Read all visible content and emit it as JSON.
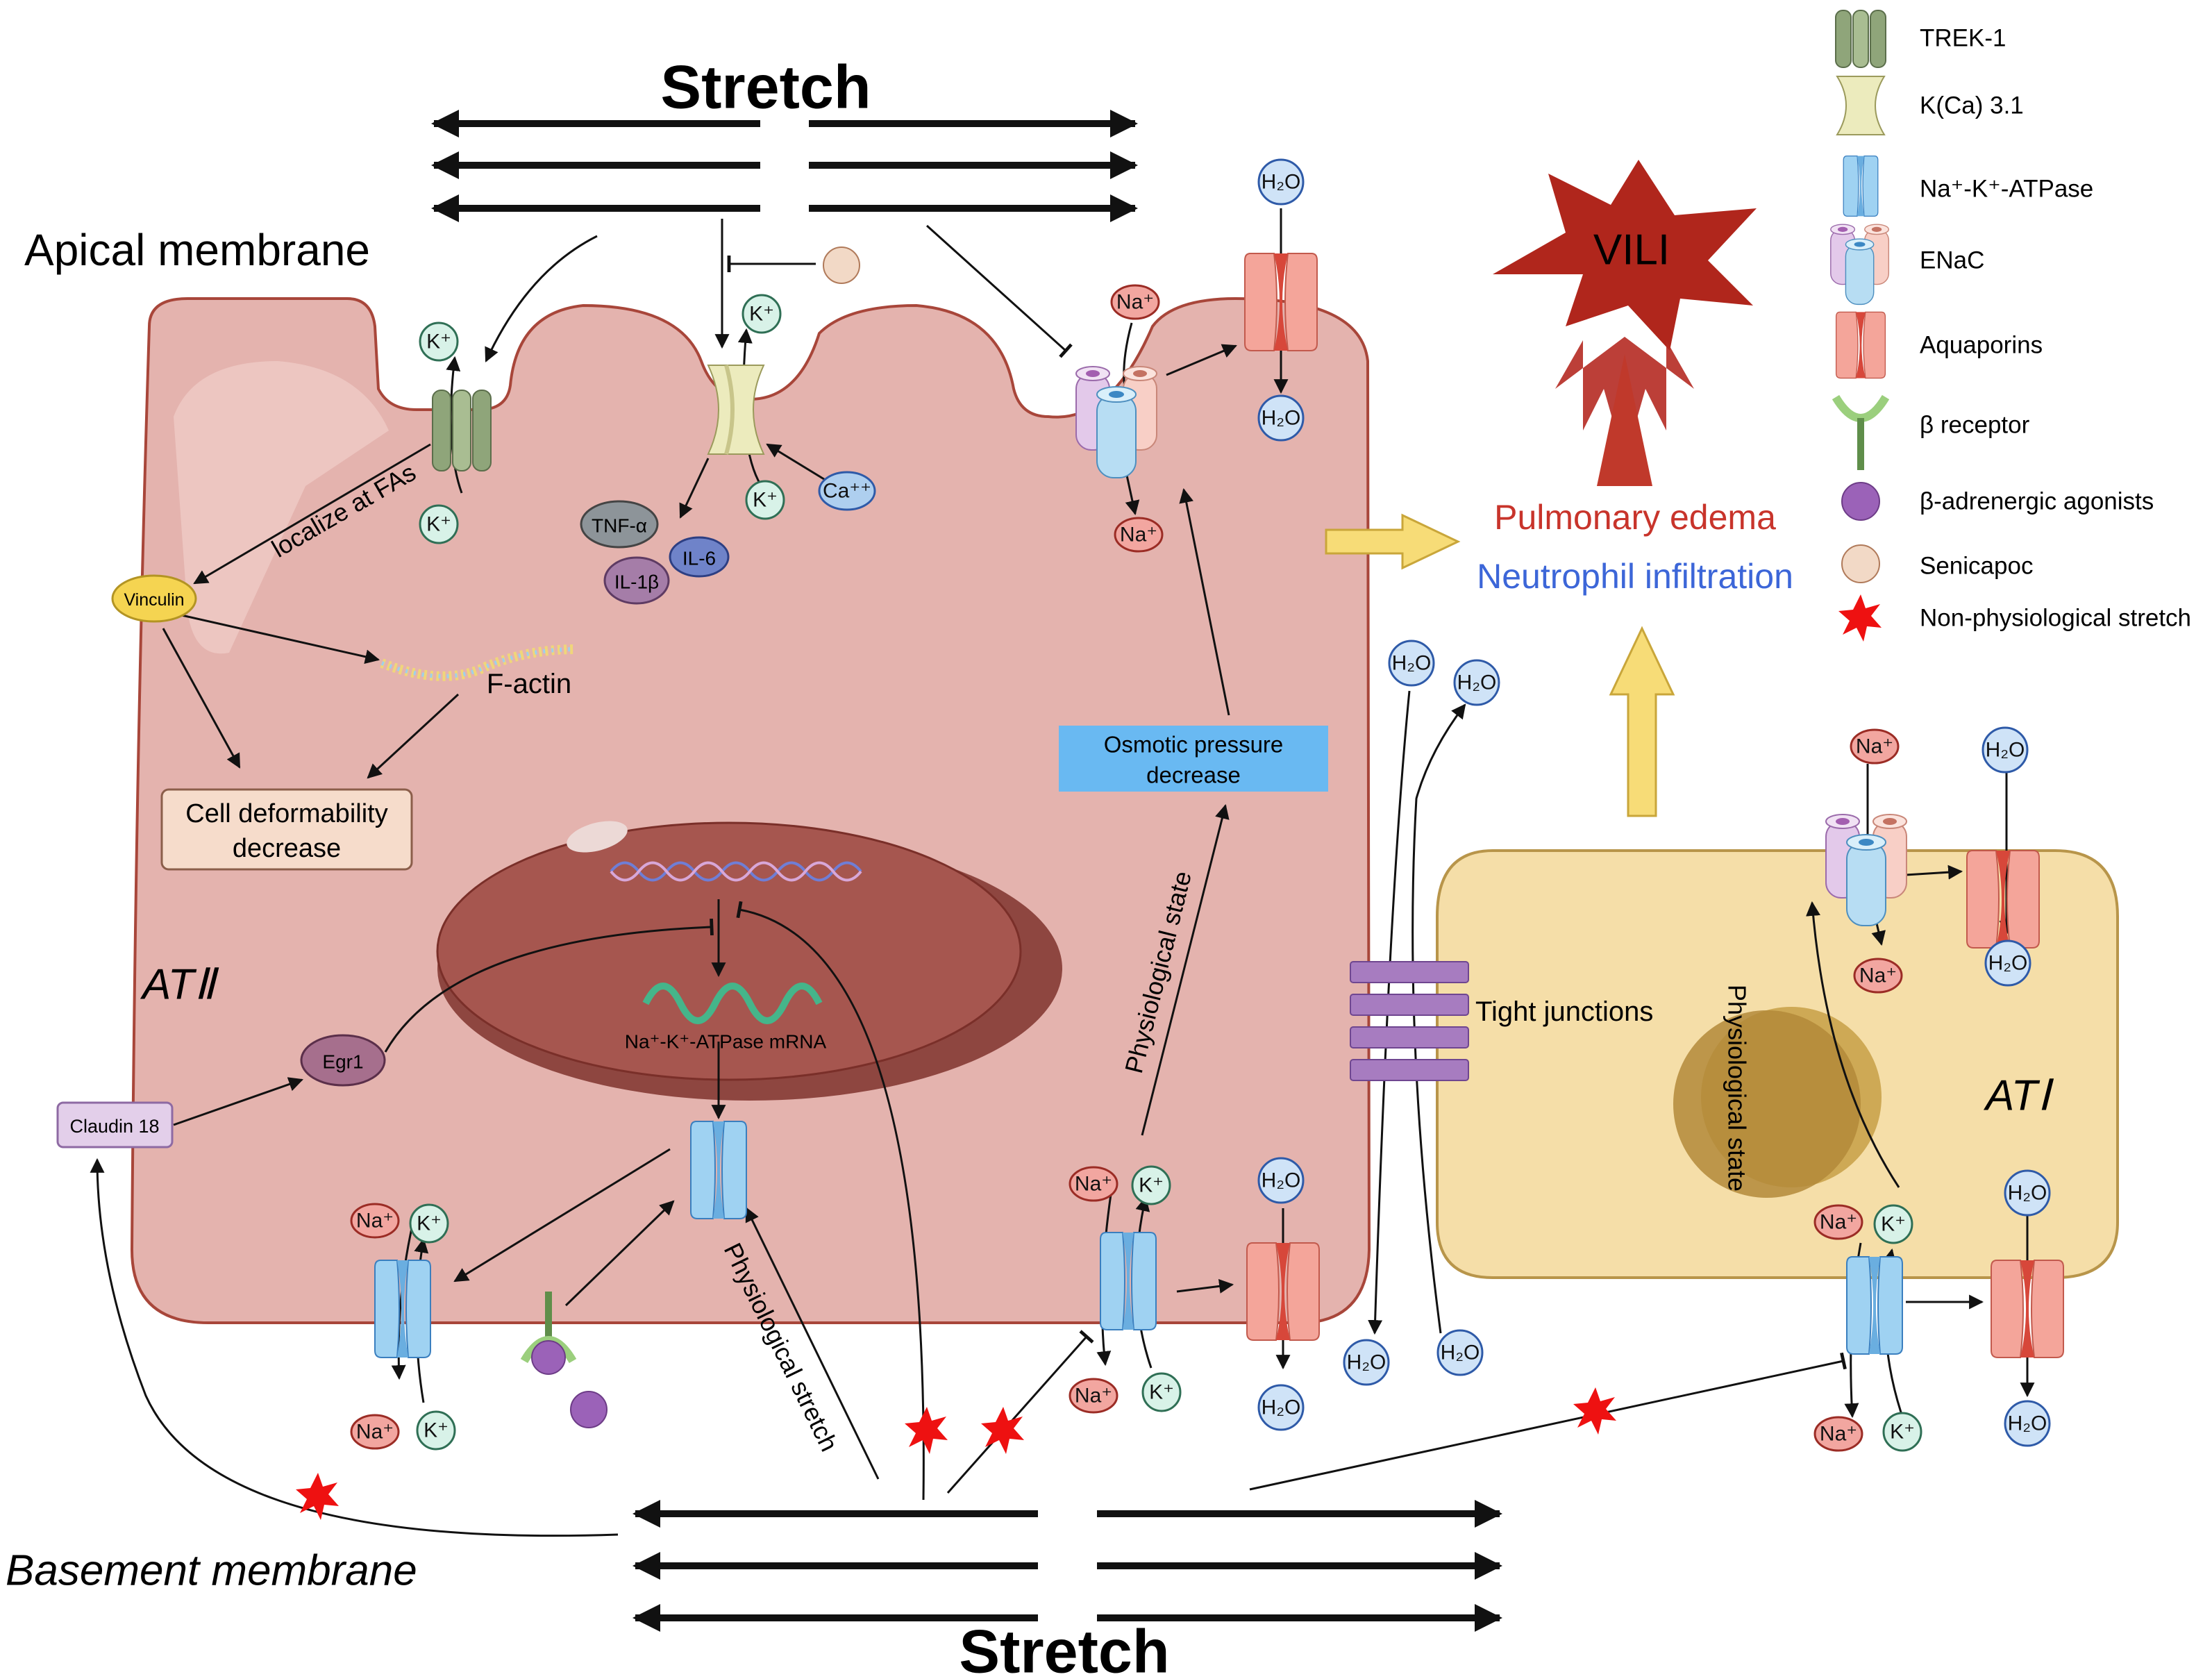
{
  "labels": {
    "stretch_top": "Stretch",
    "stretch_bottom": "Stretch",
    "apical": "Apical membrane",
    "basement": "Basement membrane",
    "at2": "ATⅡ",
    "at1": "ATⅠ",
    "vili": "VILI",
    "edema": "Pulmonary edema",
    "neutrophil": "Neutrophil infiltration",
    "localize": "localize at FAs",
    "vinculin": "Vinculin",
    "factin": "F-actin",
    "deform_1": "Cell deformability",
    "deform_2": "decrease",
    "osmotic_1": "Osmotic pressure",
    "osmotic_2": "decrease",
    "tnf": "TNF-α",
    "il6": "IL-6",
    "il1b": "IL-1β",
    "egr1": "Egr1",
    "claudin": "Claudin 18",
    "mrna": "Na⁺-K⁺-ATPase mRNA",
    "tight": "Tight junctions",
    "phys_state_1": "Physiological state",
    "phys_state_2": "Physiological state",
    "phys_stretch": "Physiological stretch"
  },
  "ions": {
    "k": "K⁺",
    "na": "Na⁺",
    "ca": "Ca⁺⁺",
    "h2o": "H₂O"
  },
  "legend": [
    {
      "label": "TREK-1",
      "icon": "trek1-icon"
    },
    {
      "label": "K(Ca) 3.1",
      "icon": "kca31-icon"
    },
    {
      "label": "Na⁺-K⁺-ATPase",
      "icon": "nak-atpase-icon"
    },
    {
      "label": "ENaC",
      "icon": "enac-icon"
    },
    {
      "label": "Aquaporins",
      "icon": "aquaporin-icon"
    },
    {
      "label": "β receptor",
      "icon": "beta-receptor-icon"
    },
    {
      "label": "β-adrenergic agonists",
      "icon": "agonist-icon"
    },
    {
      "label": "Senicapoc",
      "icon": "senicapoc-icon"
    },
    {
      "label": "Non-physiological stretch",
      "icon": "red-star-icon"
    }
  ],
  "colors": {
    "at2_fill": "#e4b3ae",
    "at2_stroke": "#a8463a",
    "nucleus": "#a6564f",
    "at1_fill": "#f5dea8",
    "vili_red": "#b0261c",
    "edema_red": "#c8342b",
    "neutrophil_blue": "#3c66d8",
    "star_red": "#ee1111",
    "osmotic_blue": "#69b9f2"
  }
}
